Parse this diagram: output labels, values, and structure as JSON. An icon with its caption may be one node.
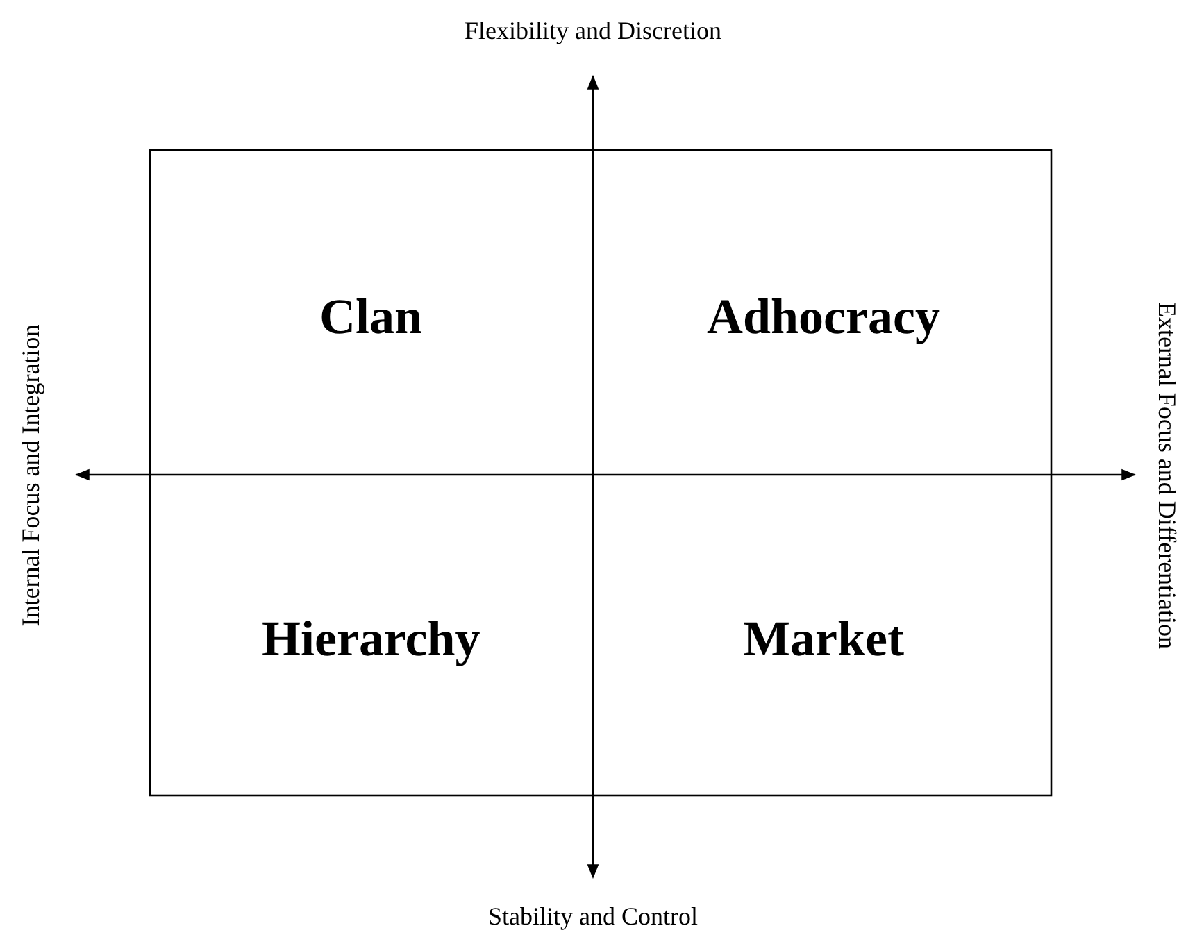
{
  "diagram": {
    "labels": [
      "Flexibility and Discretion",
      "Internal Focus and Integration",
      "Clan",
      "Adhocracy",
      "External Focus and Differentiation",
      "Hierarchy",
      "Market",
      "Stability and Control"
    ]
  }
}
